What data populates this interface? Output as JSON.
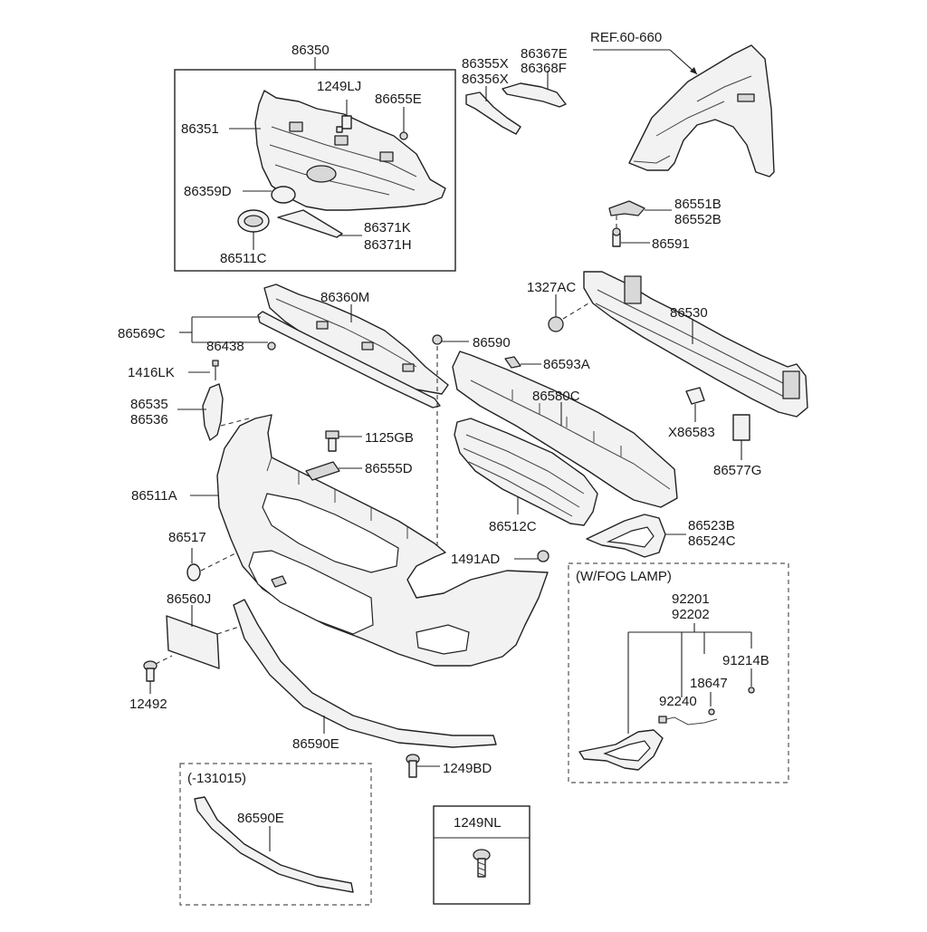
{
  "labels": {
    "p86350": "86350",
    "p1249LJ": "1249LJ",
    "p86655E": "86655E",
    "p86351": "86351",
    "p86359D": "86359D",
    "p86371K": "86371K",
    "p86371H": "86371H",
    "p86511C": "86511C",
    "p86355X": "86355X",
    "p86356X": "86356X",
    "p86367E": "86367E",
    "p86368F": "86368F",
    "ref6060": "REF.60-660",
    "p86551B": "86551B",
    "p86552B": "86552B",
    "p86591": "86591",
    "p1327AC": "1327AC",
    "p86530": "86530",
    "p86360M": "86360M",
    "p86569C": "86569C",
    "p86438": "86438",
    "p86590": "86590",
    "p86593A": "86593A",
    "p1416LK": "1416LK",
    "p86580C": "86580C",
    "p86535": "86535",
    "p86536": "86536",
    "p1125GB": "1125GB",
    "pX86583": "X86583",
    "p86555D": "86555D",
    "p86577G": "86577G",
    "p86511A": "86511A",
    "p86512C": "86512C",
    "p86523B": "86523B",
    "p86524C": "86524C",
    "p86517": "86517",
    "p1491AD": "1491AD",
    "p86560J": "86560J",
    "p12492": "12492",
    "p86590E": "86590E",
    "p1249BD": "1249BD",
    "fogTitle": "(W/FOG LAMP)",
    "p92201": "92201",
    "p92202": "92202",
    "p91214B": "91214B",
    "p18647": "18647",
    "p92240": "92240",
    "altTitle": "(-131015)",
    "p86590E_alt": "86590E",
    "p1249NL": "1249NL"
  }
}
